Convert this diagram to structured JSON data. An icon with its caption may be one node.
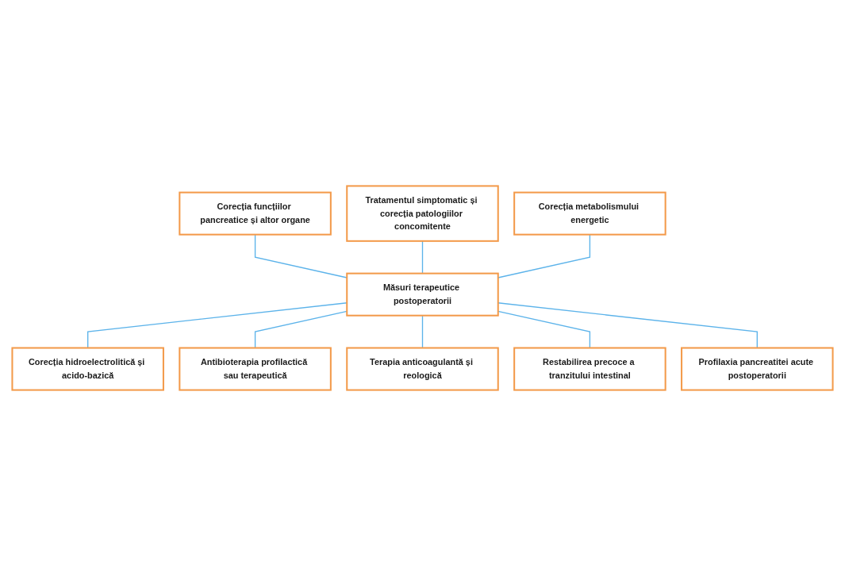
{
  "diagram": {
    "nodes": [
      {
        "text": [
          "Corecția funcțiilor pancreatice și altor organe"
        ]
      },
      {
        "text": [
          "Tratamentul simptomatic și corecția patologiilor concomitente"
        ]
      },
      {
        "text": [
          "Corecția metabolismului energetic"
        ]
      },
      {
        "text": [
          "Măsuri terapeutice postoperatorii"
        ]
      },
      {
        "text": [
          "Corecția hidroelectrolitică și acido-bazică"
        ]
      },
      {
        "text": [
          "Antibioterapia profilactică sau terapeutică"
        ]
      },
      {
        "text": [
          "Terapia anticoagulantă și reologică"
        ]
      },
      {
        "text": [
          "Restabilirea precoce a tranzitului intestinal"
        ]
      },
      {
        "text": [
          "Profilaxia pancreatitei acute postoperatorii"
        ]
      }
    ],
    "edges": [
      {
        "from": 3,
        "to": 0,
        "arrow": "none"
      },
      {
        "from": 3,
        "to": 1,
        "arrow": "none"
      },
      {
        "from": 3,
        "to": 2,
        "arrow": "none"
      },
      {
        "from": 3,
        "to": 4,
        "arrow": "none"
      },
      {
        "from": 3,
        "to": 5,
        "arrow": "none"
      },
      {
        "from": 3,
        "to": 6,
        "arrow": "none"
      },
      {
        "from": 3,
        "to": 7,
        "arrow": "none"
      },
      {
        "from": 3,
        "to": 8,
        "arrow": "none"
      }
    ]
  }
}
